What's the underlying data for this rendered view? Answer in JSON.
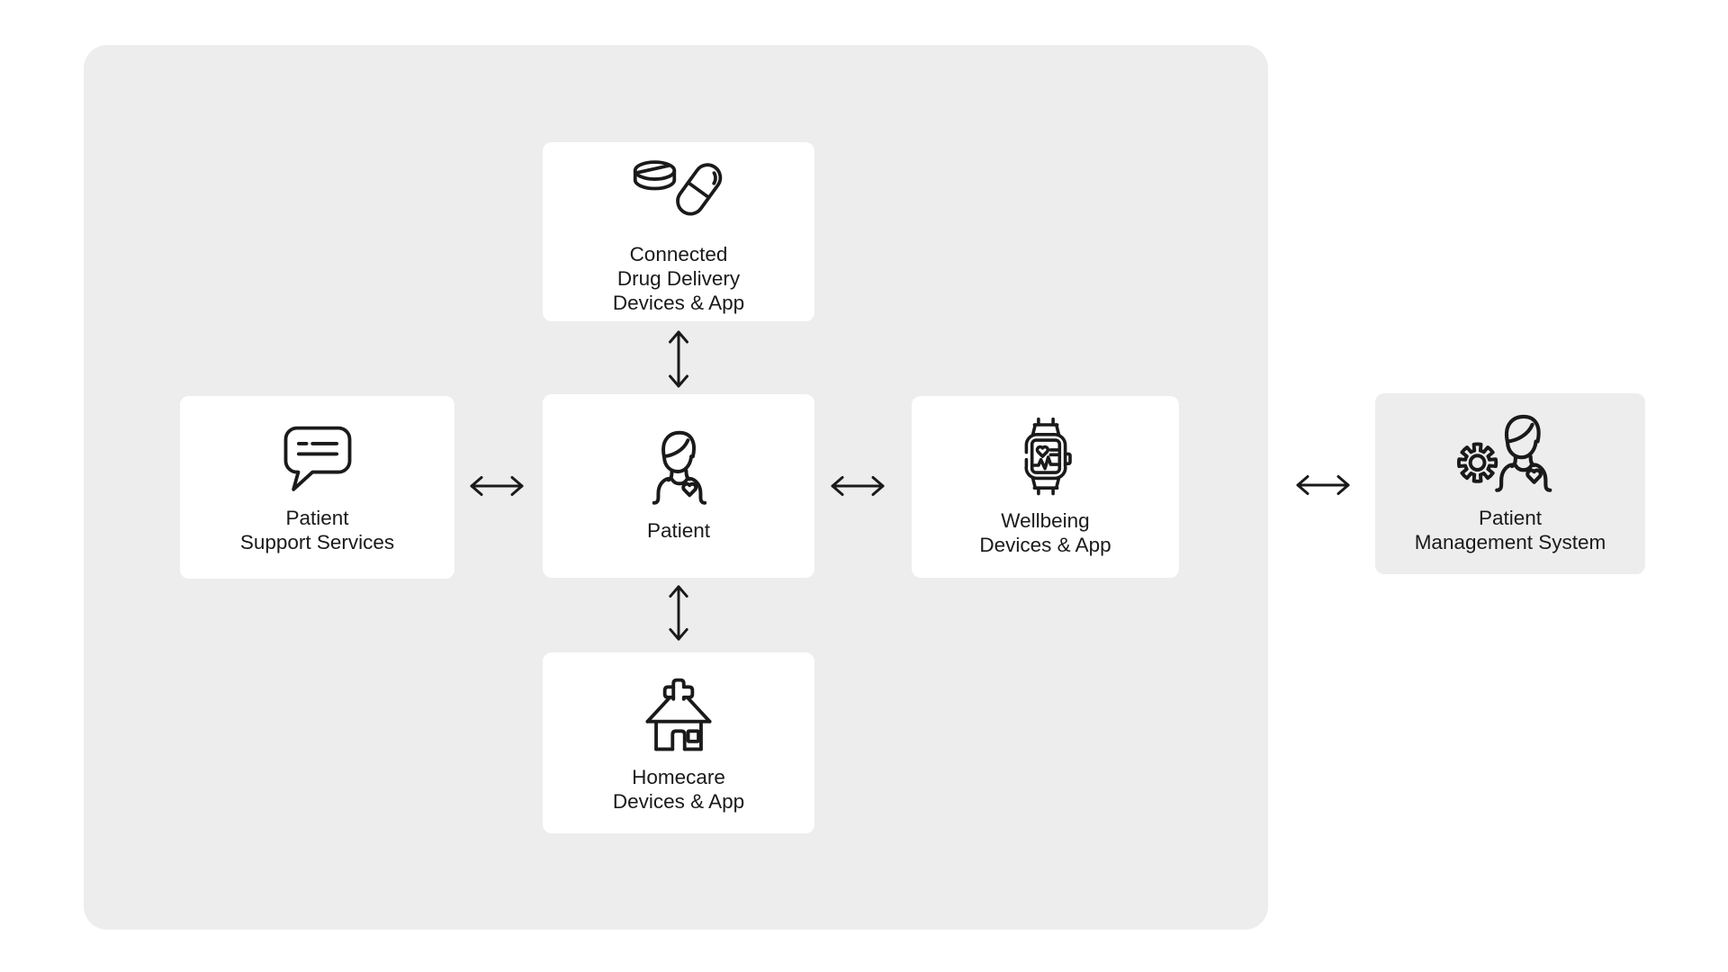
{
  "colors": {
    "background": "#ffffff",
    "panel": "#ededed",
    "card": "#ffffff",
    "ink": "#1a1a1a"
  },
  "nodes": {
    "connected_drug_delivery": {
      "icon": "pill-capsule-icon",
      "lines": [
        "Connected",
        "Drug Delivery",
        "Devices & App"
      ]
    },
    "patient_support_services": {
      "icon": "chat-bubble-icon",
      "lines": [
        "Patient",
        "Support Services"
      ]
    },
    "patient": {
      "icon": "person-heart-icon",
      "lines": [
        "Patient"
      ]
    },
    "wellbeing_devices_app": {
      "icon": "smartwatch-icon",
      "lines": [
        "Wellbeing",
        "Devices & App"
      ]
    },
    "homecare_devices_app": {
      "icon": "medical-house-icon",
      "lines": [
        "Homecare",
        "Devices & App"
      ]
    },
    "patient_management_system": {
      "icon": "gear-person-icon",
      "lines": [
        "Patient",
        "Management System"
      ]
    }
  },
  "connections": [
    {
      "from": "patient_support_services",
      "to": "patient",
      "type": "bidirectional"
    },
    {
      "from": "connected_drug_delivery",
      "to": "patient",
      "type": "bidirectional"
    },
    {
      "from": "patient",
      "to": "wellbeing_devices_app",
      "type": "bidirectional"
    },
    {
      "from": "patient",
      "to": "homecare_devices_app",
      "type": "bidirectional"
    },
    {
      "from": "wellbeing_devices_app",
      "to": "patient_management_system",
      "type": "bidirectional"
    }
  ]
}
